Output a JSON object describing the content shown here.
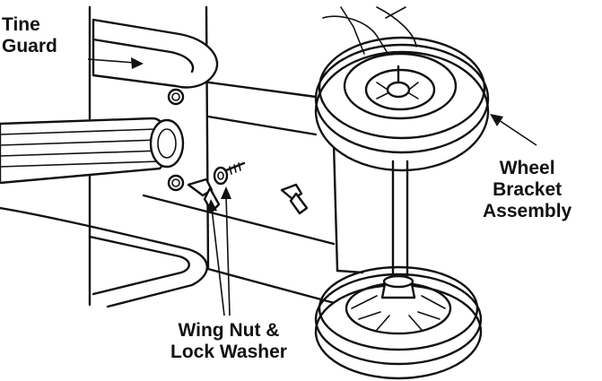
{
  "labels": {
    "tine_guard": [
      "Tine",
      "Guard"
    ],
    "wheel_bracket": [
      "Wheel",
      "Bracket",
      "Assembly"
    ],
    "wing_nut": [
      "Wing Nut &",
      "Lock Washer"
    ]
  },
  "colors": {
    "ink": "#111111",
    "background": "#ffffff"
  }
}
